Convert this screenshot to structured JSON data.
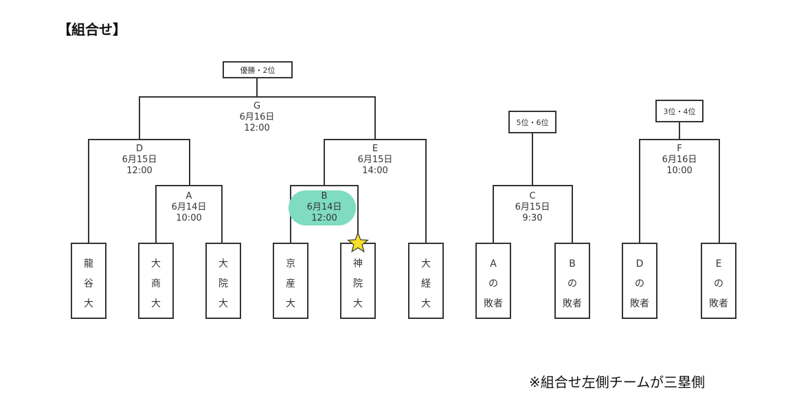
{
  "title": "【組合せ】",
  "note": "※組合せ左側チームが三塁側",
  "highlight_color": "#7fdcc0",
  "star_color": "#f5e12a",
  "placements": {
    "final": "優勝・2位",
    "fifth": "5位・6位",
    "third": "3位・4位"
  },
  "matches": {
    "G": {
      "id": "G",
      "date": "6月16日",
      "time": "12:00"
    },
    "D": {
      "id": "D",
      "date": "6月15日",
      "time": "12:00"
    },
    "E": {
      "id": "E",
      "date": "6月15日",
      "time": "14:00"
    },
    "A": {
      "id": "A",
      "date": "6月14日",
      "time": "10:00"
    },
    "B": {
      "id": "B",
      "date": "6月14日",
      "time": "12:00"
    },
    "C": {
      "id": "C",
      "date": "6月15日",
      "time": "9:30"
    },
    "F": {
      "id": "F",
      "date": "6月16日",
      "time": "10:00"
    }
  },
  "teams": [
    {
      "name": [
        "龍",
        "谷",
        "大"
      ]
    },
    {
      "name": [
        "大",
        "商",
        "大"
      ]
    },
    {
      "name": [
        "大",
        "院",
        "大"
      ]
    },
    {
      "name": [
        "京",
        "産",
        "大"
      ]
    },
    {
      "name": [
        "神",
        "院",
        "大"
      ]
    },
    {
      "name": [
        "大",
        "経",
        "大"
      ]
    },
    {
      "name": [
        "A",
        "の",
        "敗者"
      ]
    },
    {
      "name": [
        "B",
        "の",
        "敗者"
      ]
    },
    {
      "name": [
        "D",
        "の",
        "敗者"
      ]
    },
    {
      "name": [
        "E",
        "の",
        "敗者"
      ]
    }
  ]
}
